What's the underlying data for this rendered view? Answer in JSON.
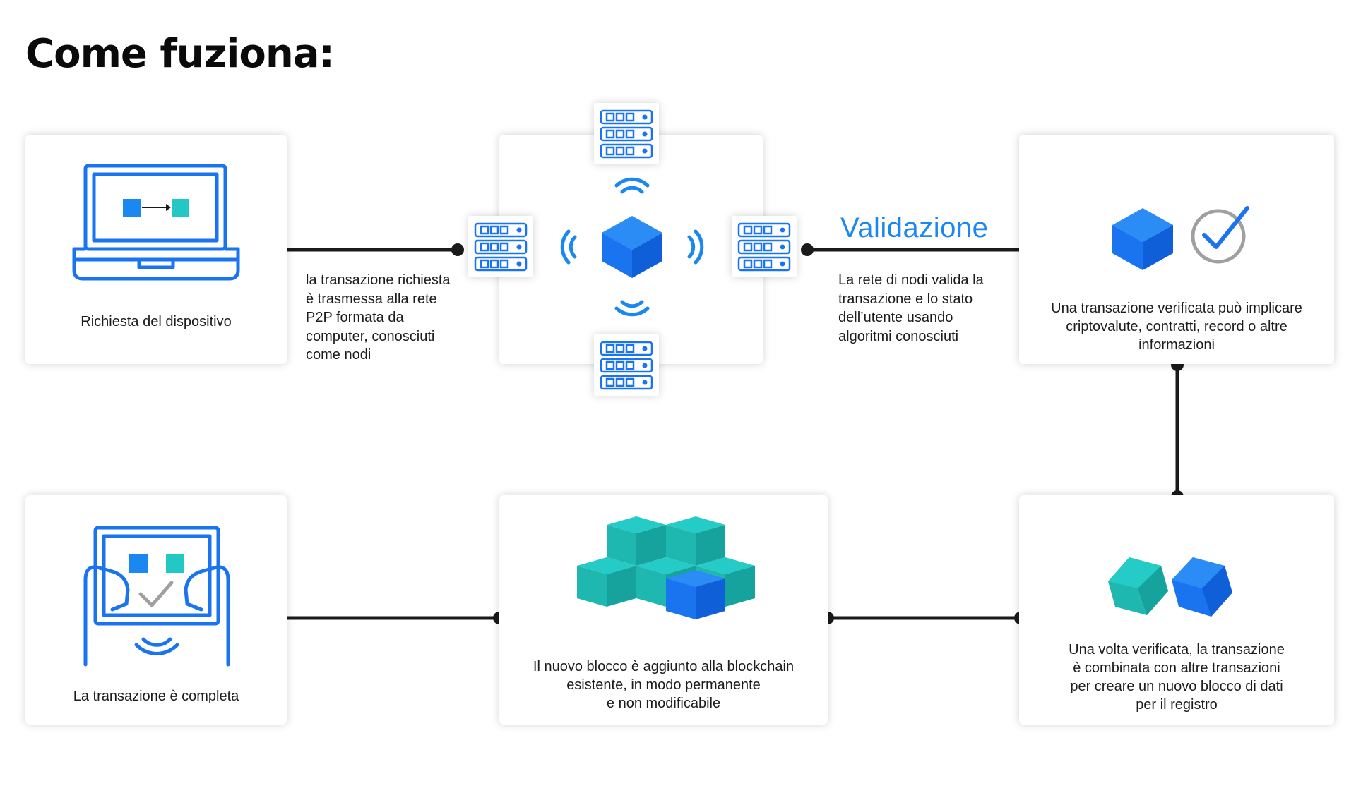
{
  "title": "Come fuziona:",
  "colors": {
    "blue": "#1a74f0",
    "blue_dark": "#0f5fd8",
    "teal": "#22c8c4",
    "connector": "#1a1a1a",
    "gray_check": "#a0a0a0"
  },
  "steps": [
    {
      "id": "device",
      "caption": [
        "Richiesta del dispositivo"
      ],
      "icon": "laptop-transfer-icon"
    },
    {
      "id": "network",
      "side_text": [
        "la transazione richiesta",
        "è trasmessa alla rete",
        "P2P formata da",
        "computer, conosciuti",
        "come nodi"
      ],
      "icon": "node-network-icon"
    },
    {
      "id": "validation",
      "label": "Validazione",
      "side_text": [
        "La rete di nodi valida la",
        "transazione e lo stato",
        "dell’utente usando",
        "algoritmi conosciuti"
      ]
    },
    {
      "id": "verified",
      "caption": [
        "Una transazione verificata può implicare",
        "criptovalute, contratti, record o altre",
        "informazioni"
      ],
      "icon": "cube-check-icon"
    },
    {
      "id": "combined",
      "caption": [
        "Una volta verificata, la transazione",
        "è combinata con altre transazioni",
        "per creare un nuovo blocco di dati",
        "per il registro"
      ],
      "icon": "two-cubes-icon"
    },
    {
      "id": "new-block",
      "caption": [
        "Il nuovo blocco è aggiunto alla blockchain",
        "esistente, in modo permanente",
        "e non modificabile"
      ],
      "icon": "block-stack-icon"
    },
    {
      "id": "complete",
      "caption": [
        "La transazione è completa"
      ],
      "icon": "tablet-complete-icon"
    }
  ]
}
